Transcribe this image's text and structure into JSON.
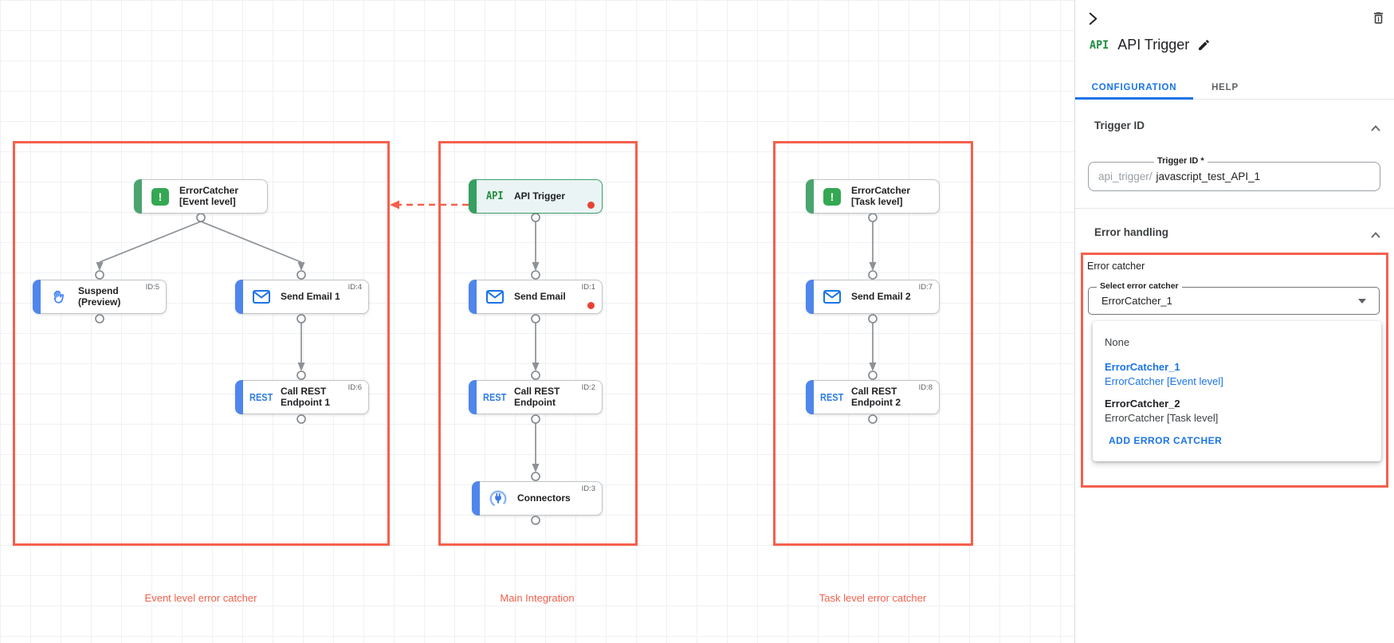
{
  "panel": {
    "badge": "API",
    "title": "API Trigger",
    "tabs": {
      "configuration": "CONFIGURATION",
      "help": "HELP"
    },
    "trigger_id": {
      "heading": "Trigger ID",
      "field_label": "Trigger ID *",
      "prefix": "api_trigger/",
      "value": "javascript_test_API_1"
    },
    "error_handling": {
      "heading": "Error handling",
      "group_label": "Error catcher",
      "select_label": "Select error catcher",
      "selected_value": "ErrorCatcher_1",
      "dropdown": {
        "none": "None",
        "option1_name": "ErrorCatcher_1",
        "option1_desc": "ErrorCatcher [Event level]",
        "option2_name": "ErrorCatcher_2",
        "option2_desc": "ErrorCatcher [Task level]",
        "add_button": "ADD ERROR CATCHER"
      }
    }
  },
  "canvas": {
    "group_labels": {
      "event": "Event level error catcher",
      "main": "Main Integration",
      "task": "Task level error catcher"
    },
    "nodes": {
      "ec_event": {
        "title": "ErrorCatcher [Event level]",
        "icon_mark": "!"
      },
      "suspend": {
        "title": "Suspend (Preview)",
        "id": "ID:5"
      },
      "send_email_1": {
        "title": "Send Email 1",
        "id": "ID:4"
      },
      "rest_1": {
        "title": "Call REST Endpoint 1",
        "id": "ID:6",
        "icon_text": "REST"
      },
      "api_trigger": {
        "title": "API Trigger",
        "icon_text": "API"
      },
      "send_email": {
        "title": "Send Email",
        "id": "ID:1"
      },
      "rest": {
        "title": "Call REST Endpoint",
        "id": "ID:2",
        "icon_text": "REST"
      },
      "connectors": {
        "title": "Connectors",
        "id": "ID:3"
      },
      "ec_task": {
        "title": "ErrorCatcher [Task level]",
        "icon_mark": "!"
      },
      "send_email_2": {
        "title": "Send Email 2",
        "id": "ID:7"
      },
      "rest_2": {
        "title": "Call REST Endpoint 2",
        "id": "ID:8",
        "icon_text": "REST"
      }
    }
  },
  "colors": {
    "annotation_red": "#f4604c",
    "status_dot_red": "#e94235",
    "accent_blue": "#4f86ec",
    "accent_green": "#34a061",
    "tab_active_blue": "#1a73e8",
    "trigger_node_bg": "#eaf4f4"
  }
}
